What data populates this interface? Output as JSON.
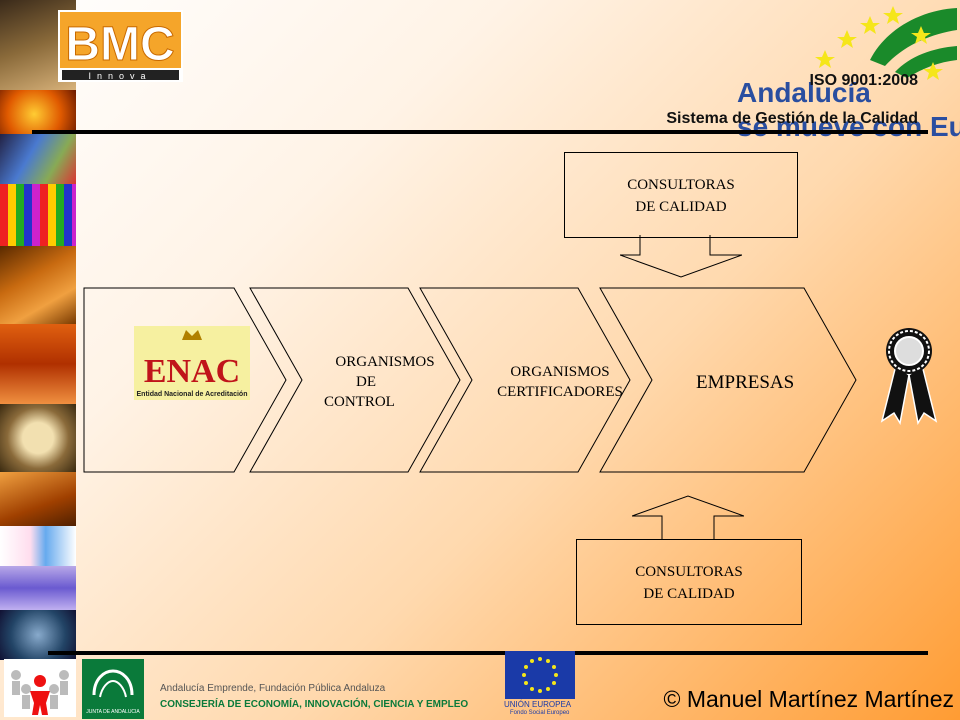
{
  "header": {
    "iso_label": "ISO 9001:2008",
    "system_label": "Sistema de Gestión de la Calidad",
    "bmc_logo_text": "BMC",
    "bmc_logo_sub": "Innova",
    "andalucia_line1": "Andalucía",
    "andalucia_line2": "se mueve con Europa"
  },
  "diagram": {
    "consultoras_top": [
      "CONSULTORAS",
      "DE CALIDAD"
    ],
    "consultoras_bottom": [
      "CONSULTORAS",
      "DE CALIDAD"
    ],
    "enac_logo_text": "ENAC",
    "enac_logo_caption": "Entidad Nacional de Acreditación",
    "organismos_control": [
      "ORGANISMOS",
      "DE",
      "CONTROL"
    ],
    "organismos_certificadores": [
      "ORGANISMOS",
      "CERTIFICADORES"
    ],
    "empresas": "EMPRESAS"
  },
  "footer": {
    "junta_caption": "JUNTA DE ANDALUCIA",
    "org_line1": "Andalucía Emprende, Fundación Pública Andaluza",
    "org_line2": "CONSEJERÍA DE ECONOMÍA, INNOVACIÓN, CIENCIA Y EMPLEO",
    "eu_line1": "UNIÓN EUROPEA",
    "eu_line2": "Fondo Social Europeo",
    "copyright": "©  Manuel Martínez Martínez"
  },
  "icons": [
    "ribbon-award-icon",
    "people-group-icon",
    "eu-flag-icon",
    "junta-emblem-icon"
  ]
}
